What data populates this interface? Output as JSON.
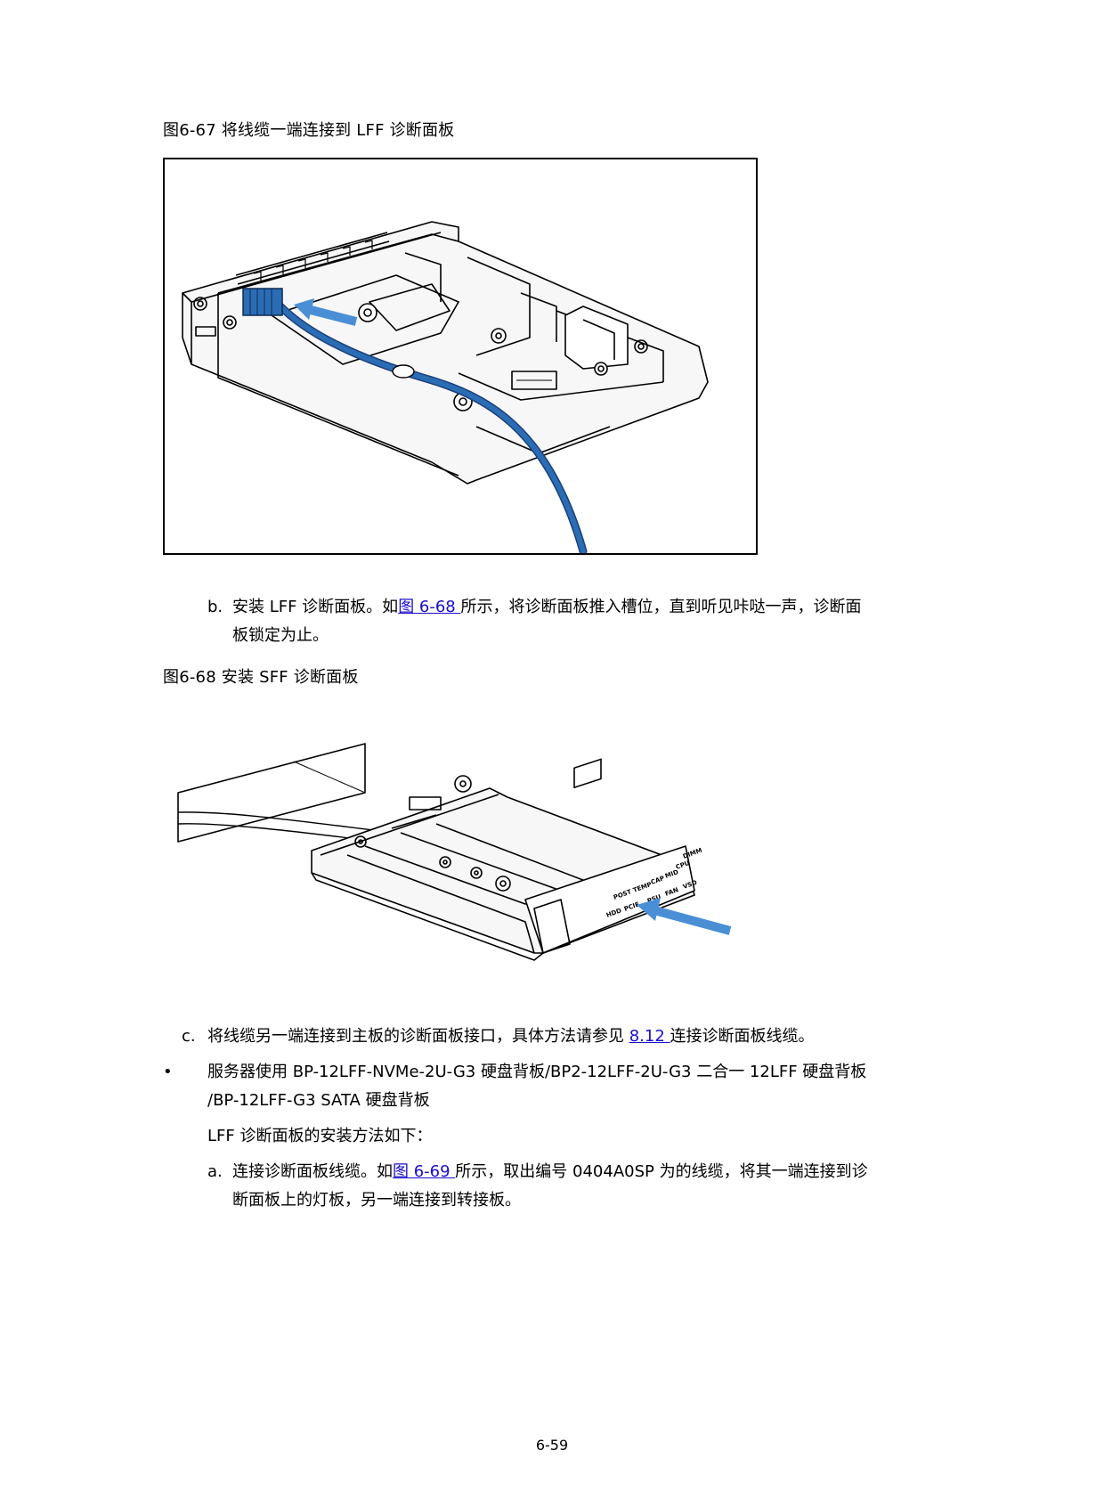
{
  "figure_67": {
    "caption": "图6-67  将线缆一端连接到 LFF 诊断面板"
  },
  "step_b": {
    "label": "b.",
    "text_before_link": "安装 LFF 诊断面板。如",
    "link": "图 6-68 ",
    "text_after_link": "所示，将诊断面板推入槽位，直到听见咔哒一声，诊断面",
    "line2": "板锁定为止。"
  },
  "figure_68": {
    "caption": "图6-68  安装 SFF 诊断面板",
    "panel_labels": [
      "POST",
      "TEMP",
      "CAP",
      "MID",
      "CPU",
      "DIMM",
      "HDD",
      "PCIE",
      "PSU",
      "FAN",
      "VSD"
    ]
  },
  "step_c": {
    "label": "c.",
    "text_before_link": "将线缆另一端连接到主板的诊断面板接口，具体方法请参见 ",
    "link": "8.12  ",
    "text_after_link": "连接诊断面板线缆。"
  },
  "bullet": {
    "symbol": "•",
    "line1": "服务器使用 BP-12LFF-NVMe-2U-G3 硬盘背板/BP2-12LFF-2U-G3 二合一 12LFF 硬盘背板",
    "line2": "/BP-12LFF-G3 SATA 硬盘背板",
    "intro": "LFF 诊断面板的安装方法如下："
  },
  "step_a": {
    "label": "a.",
    "text_before_link": "连接诊断面板线缆。如",
    "link": "图 6-69 ",
    "text_after_link": "所示，取出编号 0404A0SP 为的线缆，将其一端连接到诊",
    "line2": "断面板上的灯板，另一端连接到转接板。"
  },
  "footer": {
    "page_number": "6-59"
  },
  "colors": {
    "link": "#1a0dcc",
    "cable_blue": "#2a6db5",
    "arrow_blue": "#4a8fd6"
  }
}
